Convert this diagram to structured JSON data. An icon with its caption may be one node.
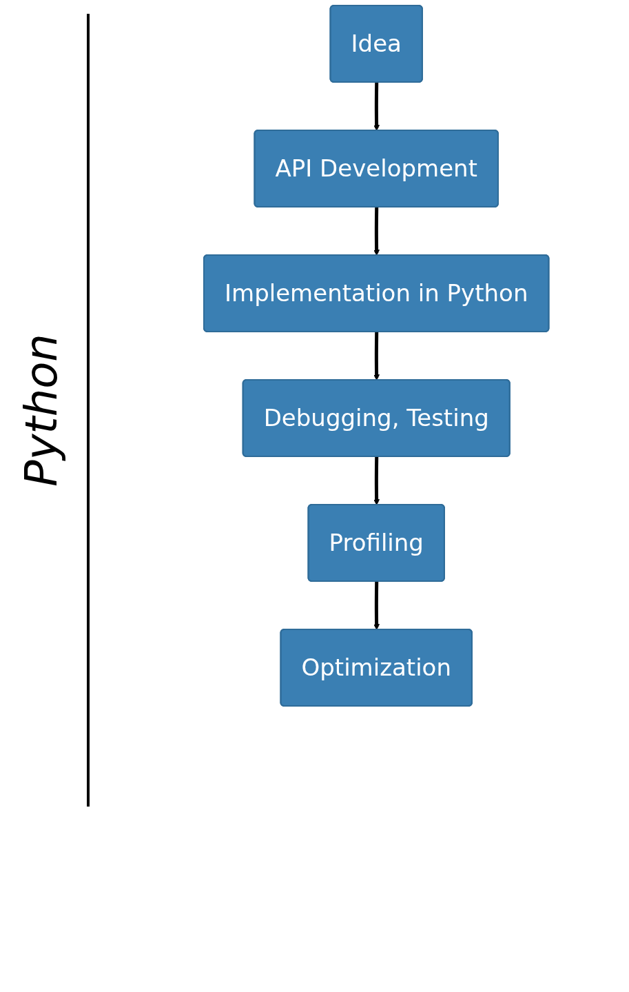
{
  "diagram": {
    "nodes": [
      {
        "text": [
          "Idea"
        ]
      },
      {
        "text": [
          "API Development"
        ]
      },
      {
        "text": [
          "Implementation in Python"
        ]
      },
      {
        "text": [
          "Debugging, Testing"
        ]
      },
      {
        "text": [
          "Profiling"
        ]
      },
      {
        "text": [
          "Optimization"
        ]
      }
    ],
    "edges": [
      {
        "from": 0,
        "to": 1,
        "arrow": "to"
      },
      {
        "from": 1,
        "to": 2,
        "arrow": "to"
      },
      {
        "from": 2,
        "to": 3,
        "arrow": "to"
      },
      {
        "from": 3,
        "to": 4,
        "arrow": "to"
      },
      {
        "from": 4,
        "to": 5,
        "arrow": "to"
      }
    ],
    "labels": [
      "Python"
    ]
  }
}
